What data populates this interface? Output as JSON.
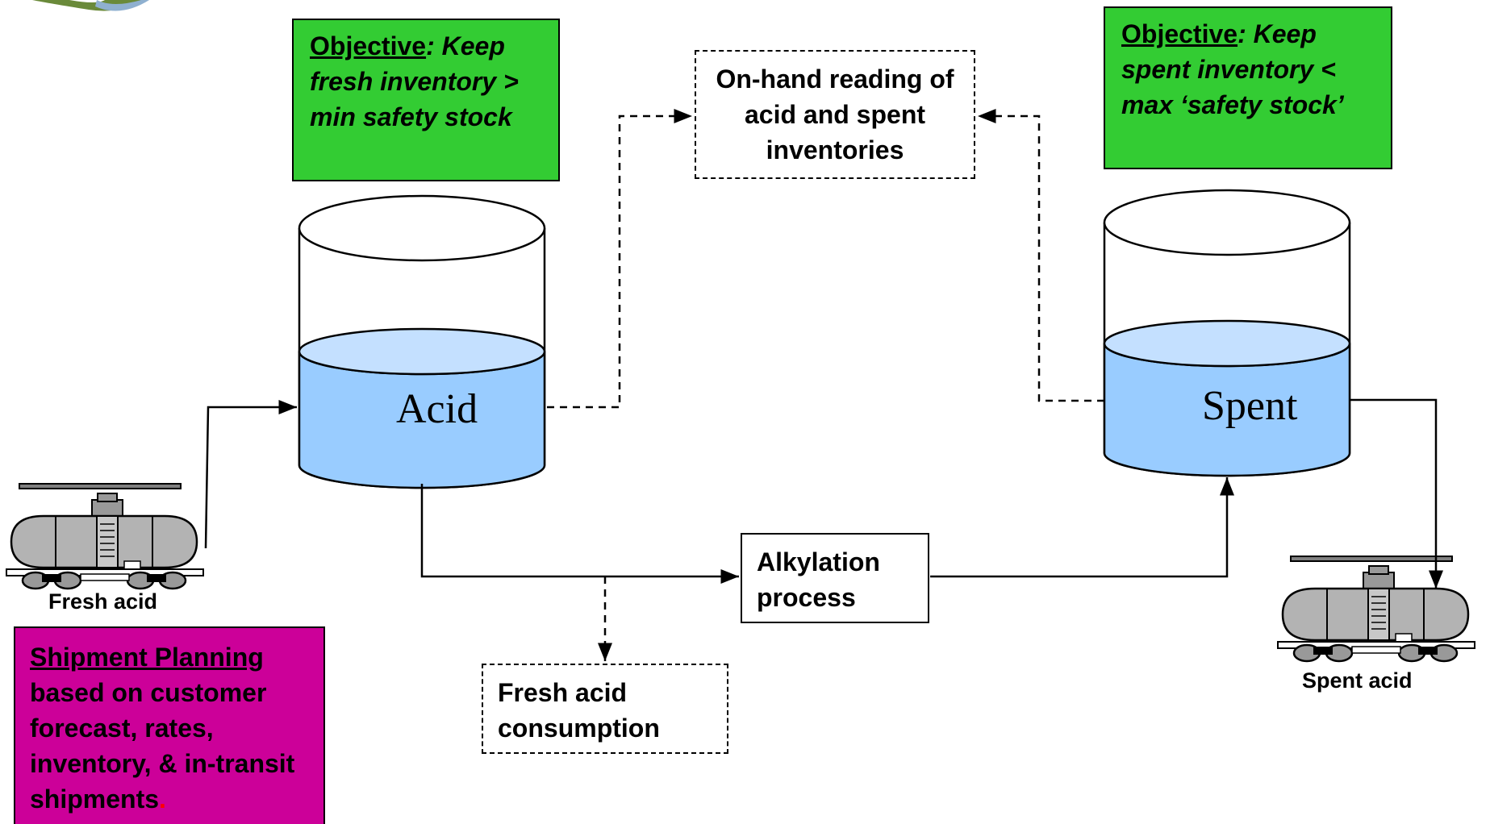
{
  "objective_fresh": {
    "heading": "Objective",
    "text": ": Keep fresh inventory > min safety stock"
  },
  "objective_spent": {
    "heading": "Objective",
    "text": ": Keep spent inventory < max ‘safety stock’"
  },
  "onhand_reading": "On-hand reading of acid and spent inventories",
  "acid_tank_label": "Acid",
  "spent_tank_label": "Spent",
  "alkylation_process": "Alkylation process",
  "fresh_acid_consumption": "Fresh acid consumption",
  "fresh_acid_car_label": "Fresh acid",
  "spent_acid_car_label": "Spent acid",
  "shipment_planning": {
    "heading": "Shipment Planning",
    "text": " based on customer forecast, rates, inventory, & in-transit shipments",
    "end": "."
  },
  "colors": {
    "objective_green": "#33cc33",
    "planning_magenta": "#cc0099",
    "liquid_blue": "#99ccff",
    "liquid_top": "#c4e0ff",
    "car_gray": "#b3b3b3"
  }
}
